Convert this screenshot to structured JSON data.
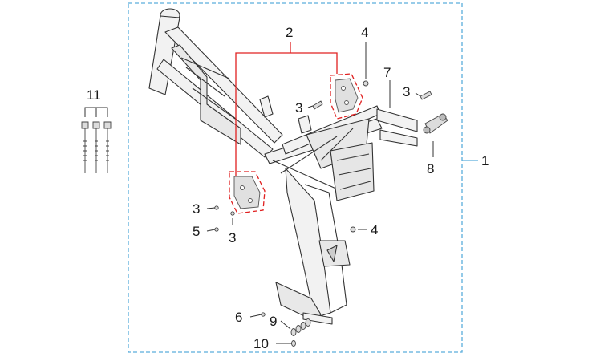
{
  "callouts": {
    "c1": "1",
    "c2": "2",
    "c3a": "3",
    "c3b": "3",
    "c3c": "3",
    "c3d": "3",
    "c4a": "4",
    "c4b": "4",
    "c5": "5",
    "c6": "6",
    "c7": "7",
    "c8": "8",
    "c9": "9",
    "c10": "10",
    "c11": "11"
  },
  "colors": {
    "assembly_border": "#5aaedc",
    "highlight": "#e02020",
    "line": "#333333",
    "frame_fill": "#f2f2f2"
  }
}
